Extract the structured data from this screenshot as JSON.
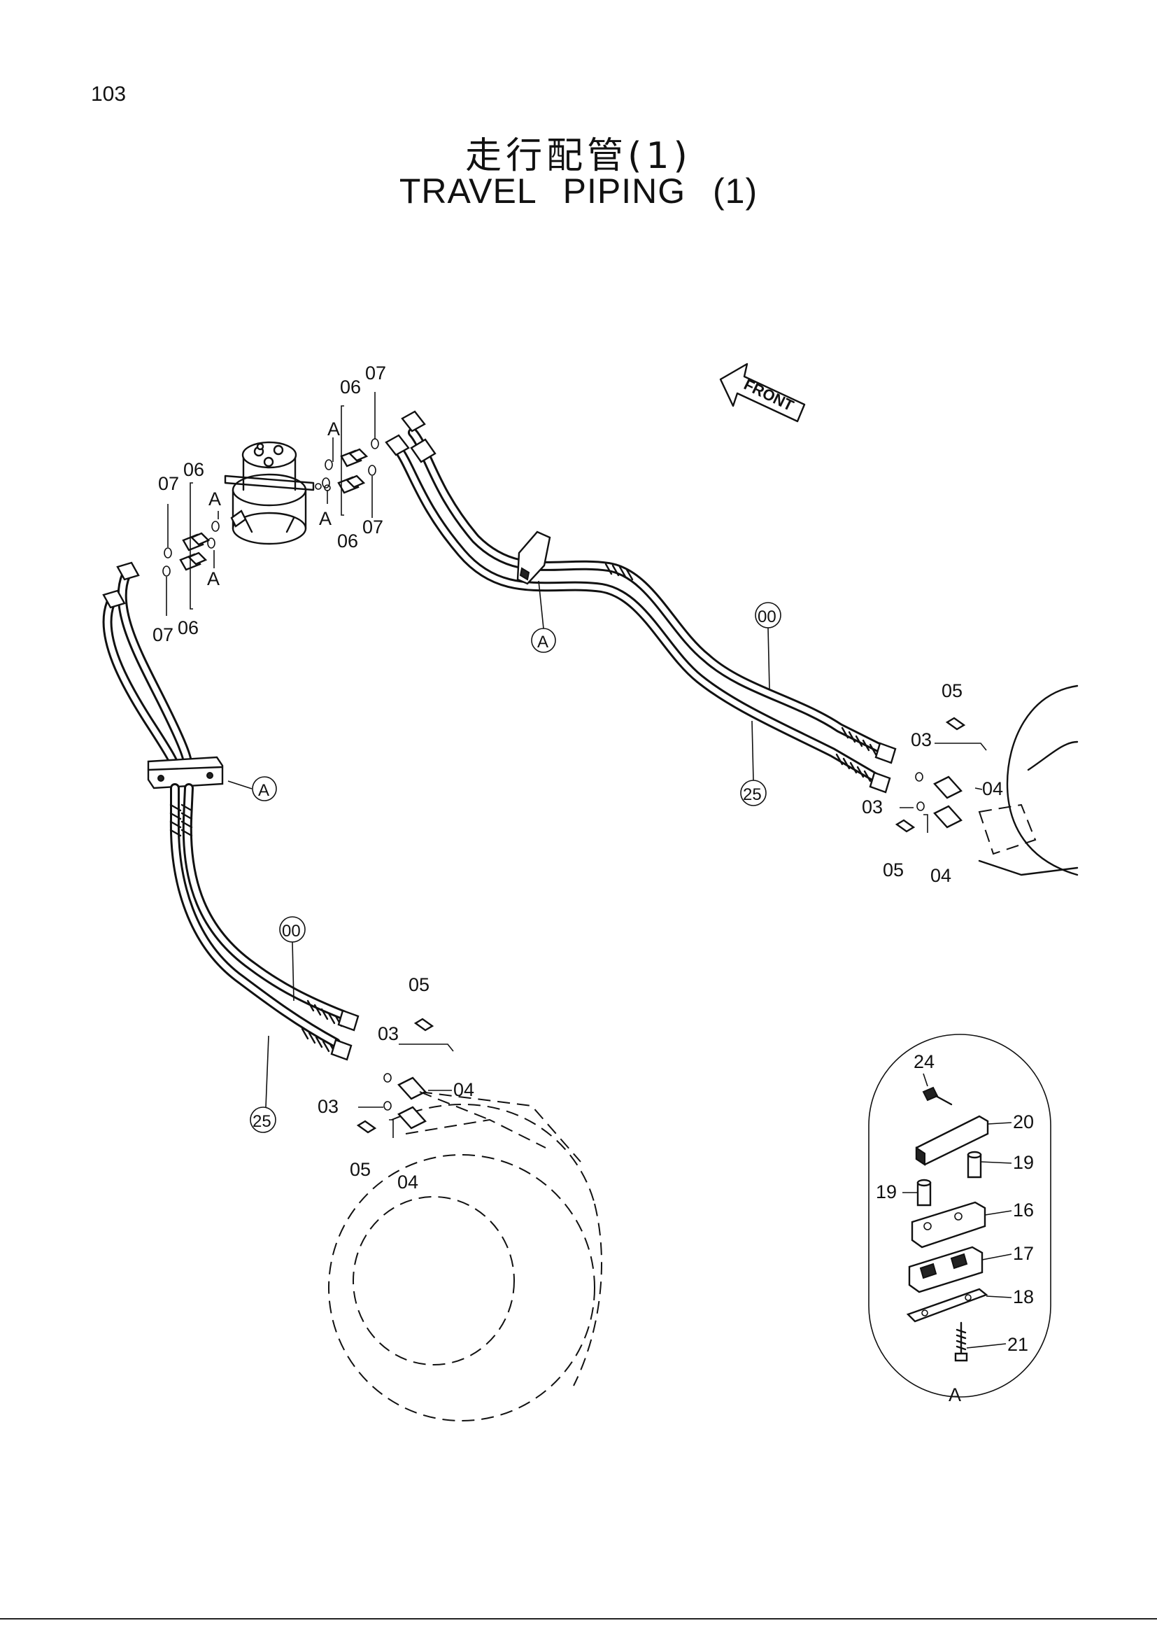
{
  "page": {
    "number": "103"
  },
  "title": {
    "ja": "走行配管(1)",
    "en": "TRAVEL   PIPING (1)"
  },
  "front_arrow": {
    "label": "FRONT"
  },
  "section_marker": {
    "label": "A"
  },
  "callouts": {
    "c00": "00",
    "c03": "03",
    "c04": "04",
    "c05": "05",
    "c06": "06",
    "c07": "07",
    "c16": "16",
    "c17": "17",
    "c18": "18",
    "c19": "19",
    "c20": "20",
    "c21": "21",
    "c24": "24",
    "c25": "25"
  }
}
